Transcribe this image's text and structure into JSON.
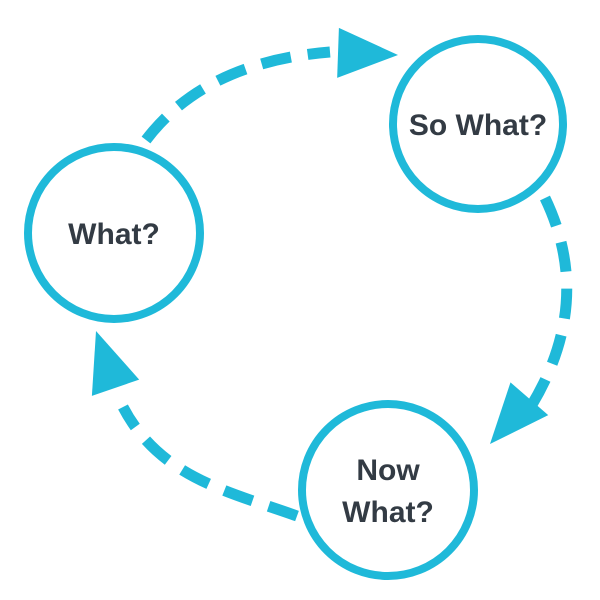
{
  "diagram": {
    "type": "cycle",
    "background_color": "#ffffff",
    "accent_color": "#1FB9D9",
    "label_color": "#333B44",
    "nodes": [
      {
        "id": "what",
        "label": "What?"
      },
      {
        "id": "so-what",
        "label": "So What?"
      },
      {
        "id": "now-what",
        "label": "Now What?",
        "lines": [
          "Now",
          "What?"
        ]
      }
    ],
    "arrows": [
      {
        "from": "What?",
        "to": "So What?",
        "style": "dashed",
        "head": "solid-triangle"
      },
      {
        "from": "So What?",
        "to": "Now What?",
        "style": "dashed",
        "head": "solid-triangle"
      },
      {
        "from": "Now What?",
        "to": "What?",
        "style": "dashed",
        "head": "solid-triangle"
      }
    ]
  }
}
